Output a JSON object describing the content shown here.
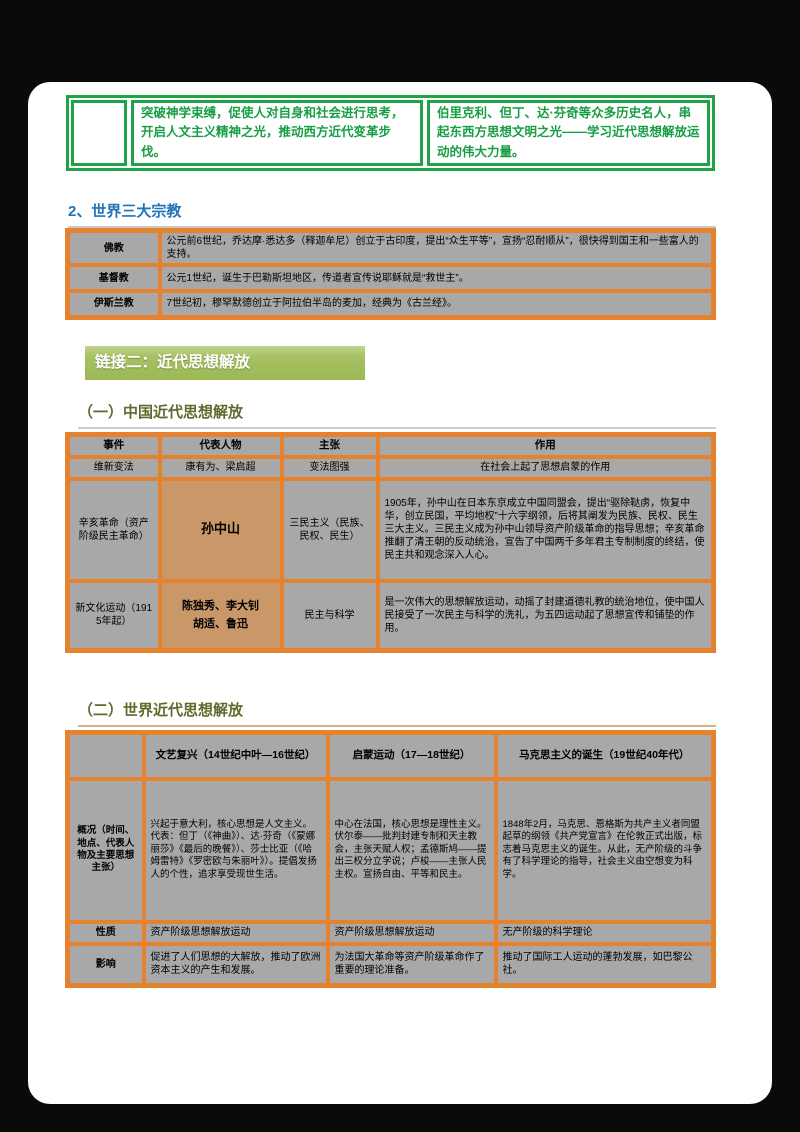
{
  "colors": {
    "green_border": "#1ea447",
    "green_text": "#179e43",
    "blue_heading": "#2273b8",
    "olive_heading": "#5f6a2d",
    "banner_bg": "#a7c164",
    "orange_border": "#e5822e",
    "cell_gray": "#a8a8a8",
    "cell_tan": "#c99768"
  },
  "top_box": {
    "middle_text": "突破神学束缚，促使人对自身和社会进行思考，开启人文主义精神之光，推动西方近代变革步伐。",
    "right_text": "伯里克利、但丁、达·芬奇等众多历史名人，串起东西方思想文明之光——学习近代思想解放运动的伟大力量。"
  },
  "heading_religions": {
    "number": "2、",
    "title": "世界三大宗教"
  },
  "religions_table": {
    "rows": [
      {
        "label": "佛教",
        "content": "公元前6世纪，乔达摩·悉达多（释迦牟尼）创立于古印度，提出“众生平等”，宣扬“忍耐顺从”，很快得到国王和一些富人的支持。"
      },
      {
        "label": "基督教",
        "content": "公元1世纪，诞生于巴勒斯坦地区，传道者宣传说耶稣就是“救世主”。"
      },
      {
        "label": "伊斯兰教",
        "content": "7世纪初，穆罕默德创立于阿拉伯半岛的麦加，经典为《古兰经》。"
      }
    ]
  },
  "banner": {
    "label": "链接二：近代思想解放"
  },
  "section_one": {
    "title": "（一）中国近代思想解放"
  },
  "china_table": {
    "headers": {
      "event": "事件",
      "people": "代表人物",
      "idea": "主张",
      "effect": "作用"
    },
    "row1": {
      "event": "维新变法",
      "people": "康有为、梁启超",
      "idea": "变法图强",
      "effect": "在社会上起了思想启蒙的作用"
    },
    "row2": {
      "event": "辛亥革命（资产阶级民主革命）",
      "people": "孙中山",
      "idea": "三民主义（民族、民权、民生）",
      "effect": "1905年，孙中山在日本东京成立中国同盟会，提出“驱除鞑虏，恢复中华，创立民国，平均地权”十六字纲领，后将其阐发为民族、民权、民生三大主义。三民主义成为孙中山领导资产阶级革命的指导思想；辛亥革命推翻了清王朝的反动统治，宣告了中国两千多年君主专制制度的终结，使民主共和观念深入人心。"
    },
    "row3": {
      "event": "新文化运动（1915年起）",
      "people_line1": "陈独秀、李大钊",
      "people_line2": "胡适、鲁迅",
      "idea": "民主与科学",
      "effect": "是一次伟大的思想解放运动，动摇了封建道德礼教的统治地位，使中国人民接受了一次民主与科学的洗礼，为五四运动起了思想宣传和铺垫的作用。"
    }
  },
  "section_two": {
    "title": "（二）世界近代思想解放"
  },
  "world_table": {
    "headers": {
      "blank": "",
      "renaissance": "文艺复兴（14世纪中叶—16世纪）",
      "enlightenment": "启蒙运动（17—18世纪）",
      "marxism": "马克思主义的诞生（19世纪40年代）"
    },
    "overview": {
      "label": "概况（时间、地点、代表人物及主要思想主张）",
      "renaissance": "兴起于意大利，核心思想是人文主义。代表：但丁（《神曲》）、达·芬奇（《蒙娜丽莎》《最后的晚餐》）、莎士比亚（《哈姆雷特》《罗密欧与朱丽叶》）。提倡发扬人的个性，追求享受现世生活。",
      "enlightenment": "中心在法国，核心思想是理性主义。伏尔泰——批判封建专制和天主教会，主张天赋人权；孟德斯鸠——提出三权分立学说；卢梭——主张人民主权。宣扬自由、平等和民主。",
      "marxism": "1848年2月，马克思、恩格斯为共产主义者同盟起草的纲领《共产党宣言》在伦敦正式出版，标志着马克思主义的诞生。从此，无产阶级的斗争有了科学理论的指导，社会主义由空想变为科学。"
    },
    "nature": {
      "label": "性质",
      "renaissance": "资产阶级思想解放运动",
      "enlightenment": "资产阶级思想解放运动",
      "marxism": "无产阶级的科学理论"
    },
    "impact": {
      "label": "影响",
      "renaissance": "促进了人们思想的大解放，推动了欧洲资本主义的产生和发展。",
      "enlightenment": "为法国大革命等资产阶级革命作了重要的理论准备。",
      "marxism": "推动了国际工人运动的蓬勃发展，如巴黎公社。"
    }
  }
}
